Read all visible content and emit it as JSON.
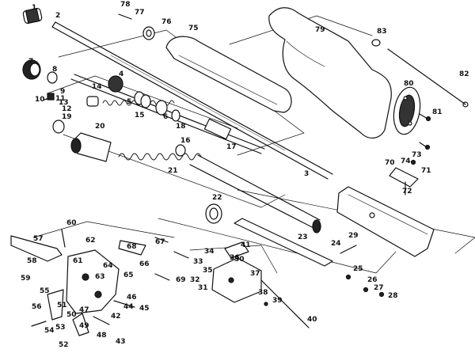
{
  "labels": [
    "1",
    "2",
    "3",
    "4",
    "5",
    "6",
    "7",
    "8",
    "9",
    "10",
    "11",
    "12",
    "13",
    "14",
    "15",
    "16",
    "17",
    "18",
    "19",
    "20",
    "21",
    "22",
    "23",
    "24",
    "25",
    "26",
    "27",
    "28",
    "29",
    "30",
    "31",
    "32",
    "33",
    "34",
    "35",
    "36",
    "37",
    "38",
    "39",
    "40",
    "41",
    "42",
    "43",
    "44",
    "45",
    "46",
    "47",
    "48",
    "49",
    "50",
    "51",
    "52",
    "53",
    "54",
    "55",
    "56",
    "57",
    "58",
    "59",
    "60",
    "61",
    "62",
    "63",
    "64",
    "65",
    "66",
    "67",
    "68",
    "69",
    "70",
    "71",
    "72",
    "73",
    "74",
    "75",
    "76",
    "77",
    "78",
    "79",
    "80",
    "81",
    "82",
    "83"
  ]
}
